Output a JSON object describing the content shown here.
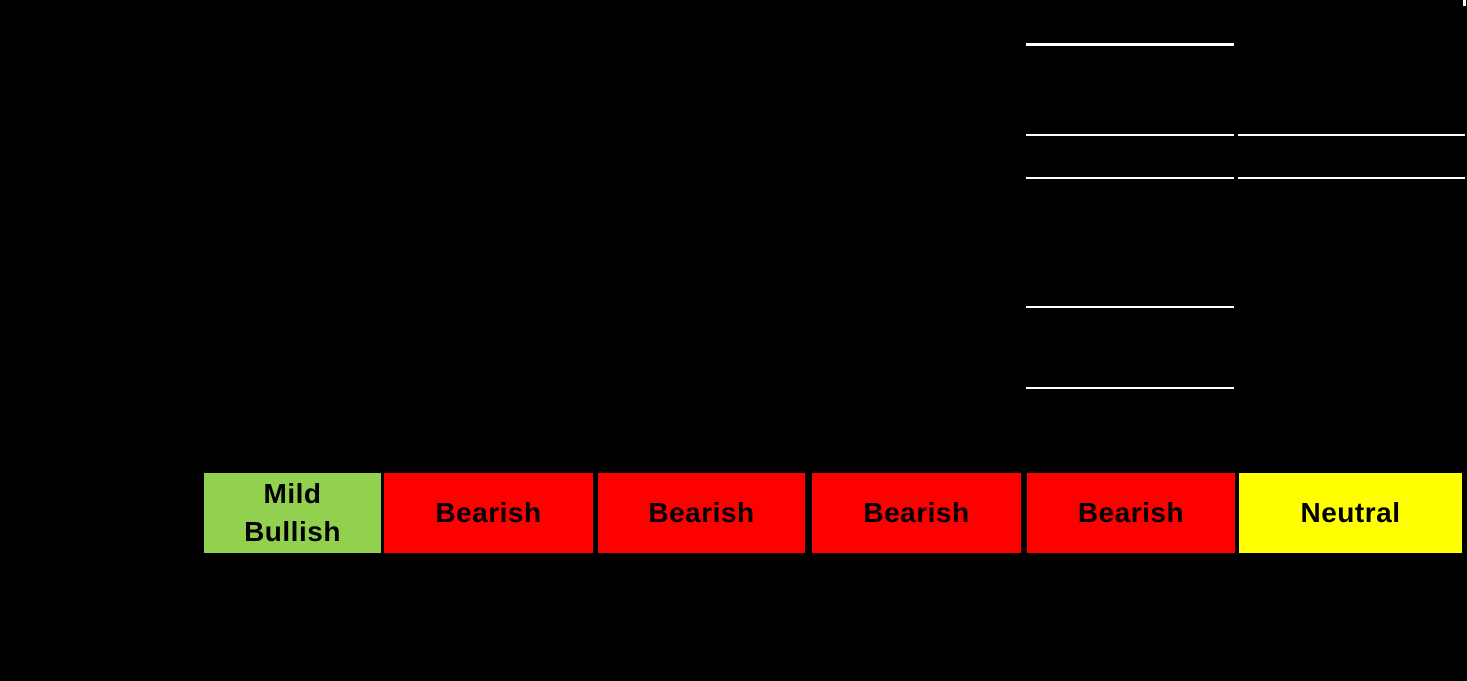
{
  "chart_data": {
    "type": "table",
    "title": "",
    "background_color": "#000000",
    "gridline_color": "#FFFFFF",
    "text_color": "#000000",
    "cells": [
      {
        "label": "Mild Bullish",
        "sentiment": "mild-bullish",
        "color": "#92D050"
      },
      {
        "label": "Bearish",
        "sentiment": "bearish",
        "color": "#FF0000"
      },
      {
        "label": "Bearish",
        "sentiment": "bearish",
        "color": "#FF0000"
      },
      {
        "label": "Bearish",
        "sentiment": "bearish",
        "color": "#FF0000"
      },
      {
        "label": "Bearish",
        "sentiment": "bearish",
        "color": "#FF0000"
      },
      {
        "label": "Neutral",
        "sentiment": "neutral",
        "color": "#FFFF00"
      }
    ],
    "sentiment_row_values": [
      "Mild Bullish",
      "Bearish",
      "Bearish",
      "Bearish",
      "Bearish",
      "Neutral"
    ],
    "layout_hints": {
      "visible_gridlines": "white underline segments in the two rightmost columns only",
      "other_cell_text": "not legible (black on black background)"
    }
  }
}
